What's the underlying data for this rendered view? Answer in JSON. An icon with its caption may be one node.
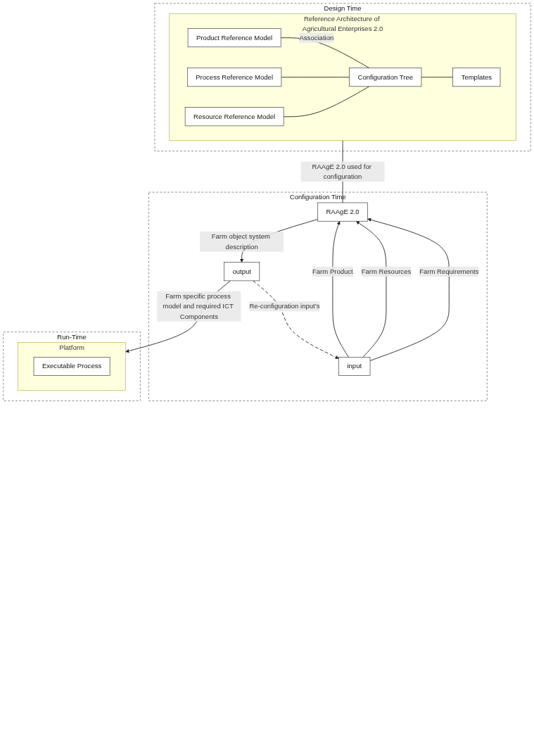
{
  "diagram": {
    "nodes": [
      {
        "text": [
          "Design Time"
        ]
      },
      {
        "text": [
          "Reference Architecture of Agricultural Enterprises 2.0"
        ],
        "in": 0
      },
      {
        "text": [
          "Product Reference Model"
        ],
        "in": 1
      },
      {
        "text": [
          "Process Reference Model"
        ],
        "in": 1
      },
      {
        "text": [
          "Resource Reference Model"
        ],
        "in": 1
      },
      {
        "text": [
          "Configuration Tree"
        ],
        "in": 1
      },
      {
        "text": [
          "Templates"
        ],
        "in": 1
      },
      {
        "text": [
          "Configuration Time"
        ]
      },
      {
        "text": [
          "input"
        ],
        "in": 7
      },
      {
        "text": [
          "RAAgE 2.0"
        ],
        "in": 7
      },
      {
        "text": [
          "output"
        ],
        "in": 7
      },
      {
        "text": [
          "Run-Time"
        ]
      },
      {
        "text": [
          "Platform"
        ],
        "in": 11
      },
      {
        "text": [
          "Executable Process"
        ],
        "in": 12
      }
    ],
    "edges": [
      {
        "from": 2,
        "to": 5,
        "arrow": "none",
        "label": "Association"
      },
      {
        "from": 3,
        "to": 5,
        "arrow": "none"
      },
      {
        "from": 4,
        "to": 5,
        "arrow": "none"
      },
      {
        "from": 5,
        "to": 6,
        "arrow": "none"
      },
      {
        "from": 1,
        "to": 9,
        "arrow": "none",
        "label": "RAAgE 2.0 used for configuration"
      },
      {
        "from": 8,
        "to": 9,
        "arrow": "to",
        "label": "Farm Product"
      },
      {
        "from": 8,
        "to": 9,
        "arrow": "to",
        "label": "Farm Resources"
      },
      {
        "from": 8,
        "to": 9,
        "arrow": "to",
        "label": "Farm Requirements"
      },
      {
        "from": 9,
        "to": 10,
        "arrow": "to",
        "label": "Farm object system description"
      },
      {
        "from": 10,
        "to": 8,
        "arrow": "to",
        "label": "Re-configuration input’s",
        "style": "dashed"
      },
      {
        "from": 10,
        "to": 12,
        "arrow": "to",
        "label": "Farm specific process model and required ICT Components"
      }
    ]
  }
}
